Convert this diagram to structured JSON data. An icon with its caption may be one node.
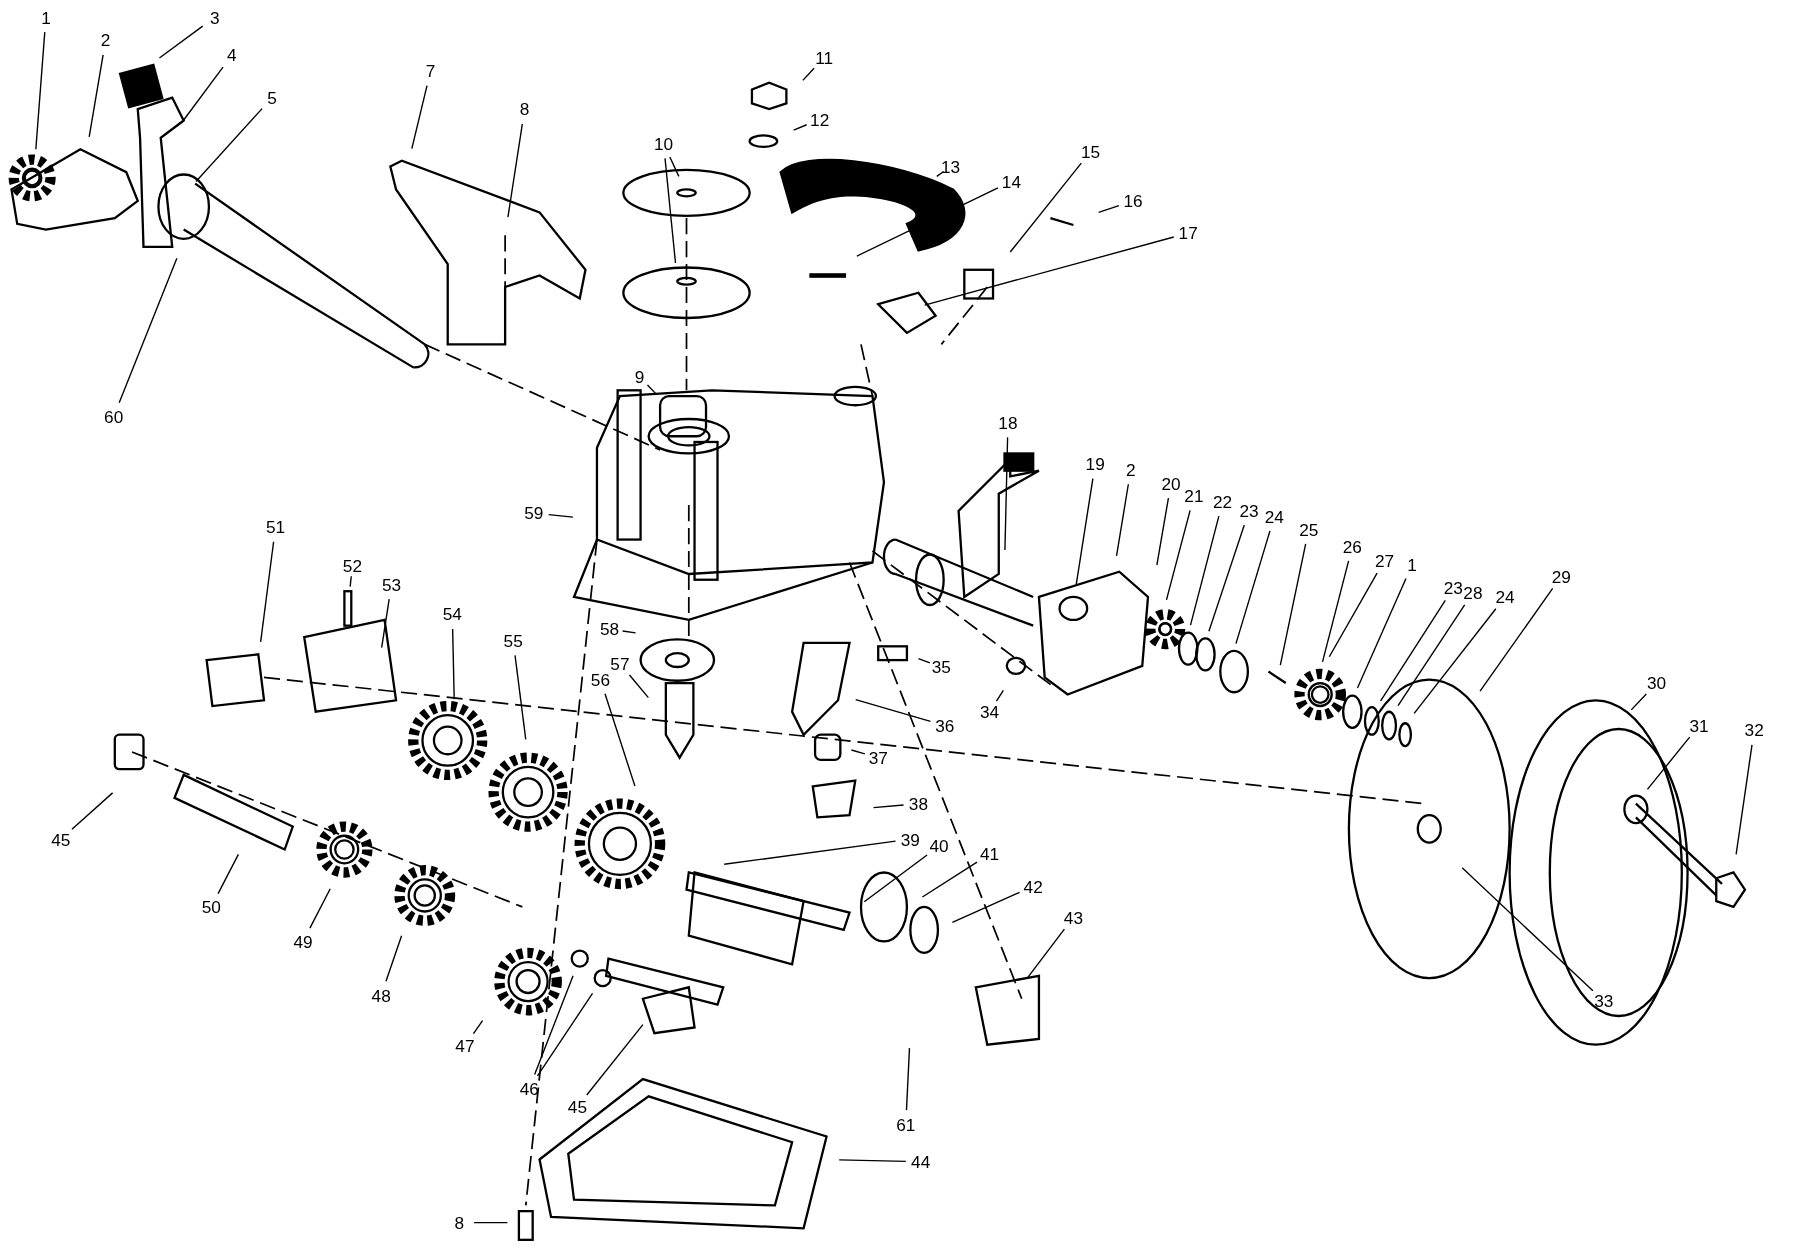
{
  "diagram": {
    "nodes": [
      {
        "text": [
          "1"
        ]
      },
      {
        "text": [
          "2"
        ]
      },
      {
        "text": [
          "3"
        ]
      },
      {
        "text": [
          "4"
        ]
      },
      {
        "text": [
          "5"
        ]
      },
      {
        "text": [
          "7"
        ]
      },
      {
        "text": [
          "8"
        ]
      },
      {
        "text": [
          "10"
        ]
      },
      {
        "text": [
          "11"
        ]
      },
      {
        "text": [
          "12"
        ]
      },
      {
        "text": [
          "13"
        ]
      },
      {
        "text": [
          "14"
        ]
      },
      {
        "text": [
          "15"
        ]
      },
      {
        "text": [
          "16"
        ]
      },
      {
        "text": [
          "17"
        ]
      },
      {
        "text": [
          "9"
        ]
      },
      {
        "text": [
          "60"
        ]
      },
      {
        "text": [
          "59"
        ]
      },
      {
        "text": [
          "18"
        ]
      },
      {
        "text": [
          "19"
        ]
      },
      {
        "text": [
          "2"
        ]
      },
      {
        "text": [
          "20"
        ]
      },
      {
        "text": [
          "21"
        ]
      },
      {
        "text": [
          "22"
        ]
      },
      {
        "text": [
          "23"
        ]
      },
      {
        "text": [
          "24"
        ]
      },
      {
        "text": [
          "25"
        ]
      },
      {
        "text": [
          "26"
        ]
      },
      {
        "text": [
          "27"
        ]
      },
      {
        "text": [
          "1"
        ]
      },
      {
        "text": [
          "23"
        ]
      },
      {
        "text": [
          "28"
        ]
      },
      {
        "text": [
          "24"
        ]
      },
      {
        "text": [
          "29"
        ]
      },
      {
        "text": [
          "30"
        ]
      },
      {
        "text": [
          "31"
        ]
      },
      {
        "text": [
          "32"
        ]
      },
      {
        "text": [
          "33"
        ]
      },
      {
        "text": [
          "51"
        ]
      },
      {
        "text": [
          "52"
        ]
      },
      {
        "text": [
          "53"
        ]
      },
      {
        "text": [
          "54"
        ]
      },
      {
        "text": [
          "55"
        ]
      },
      {
        "text": [
          "56"
        ]
      },
      {
        "text": [
          "58"
        ]
      },
      {
        "text": [
          "57"
        ]
      },
      {
        "text": [
          "35"
        ]
      },
      {
        "text": [
          "34"
        ]
      },
      {
        "text": [
          "36"
        ]
      },
      {
        "text": [
          "37"
        ]
      },
      {
        "text": [
          "38"
        ]
      },
      {
        "text": [
          "39"
        ]
      },
      {
        "text": [
          "40"
        ]
      },
      {
        "text": [
          "41"
        ]
      },
      {
        "text": [
          "42"
        ]
      },
      {
        "text": [
          "43"
        ]
      },
      {
        "text": [
          "45"
        ]
      },
      {
        "text": [
          "50"
        ]
      },
      {
        "text": [
          "49"
        ]
      },
      {
        "text": [
          "48"
        ]
      },
      {
        "text": [
          "47"
        ]
      },
      {
        "text": [
          "46"
        ]
      },
      {
        "text": [
          "45"
        ]
      },
      {
        "text": [
          "61"
        ]
      },
      {
        "text": [
          "44"
        ]
      },
      {
        "text": [
          "8"
        ]
      }
    ],
    "edges": [
      {
        "from": 0,
        "to": null,
        "arrow": "none"
      },
      {
        "from": 1,
        "to": null,
        "arrow": "none"
      },
      {
        "from": 2,
        "to": null,
        "arrow": "none"
      },
      {
        "from": 3,
        "to": null,
        "arrow": "none"
      },
      {
        "from": 4,
        "to": null,
        "arrow": "none"
      },
      {
        "from": 5,
        "to": null,
        "arrow": "none"
      },
      {
        "from": 6,
        "to": null,
        "arrow": "none"
      },
      {
        "from": 7,
        "to": null,
        "arrow": "none"
      },
      {
        "from": 7,
        "to": null,
        "arrow": "none"
      },
      {
        "from": 8,
        "to": null,
        "arrow": "none"
      },
      {
        "from": 9,
        "to": null,
        "arrow": "none"
      },
      {
        "from": 10,
        "to": null,
        "arrow": "none"
      },
      {
        "from": 11,
        "to": null,
        "arrow": "none"
      },
      {
        "from": 12,
        "to": null,
        "arrow": "none"
      },
      {
        "from": 13,
        "to": null,
        "arrow": "none"
      },
      {
        "from": 14,
        "to": null,
        "arrow": "none"
      },
      {
        "from": 15,
        "to": null,
        "arrow": "none"
      },
      {
        "from": 16,
        "to": null,
        "arrow": "none"
      },
      {
        "from": 17,
        "to": null,
        "arrow": "none"
      },
      {
        "from": 18,
        "to": null,
        "arrow": "none"
      },
      {
        "from": 19,
        "to": null,
        "arrow": "none"
      },
      {
        "from": 20,
        "to": null,
        "arrow": "none"
      },
      {
        "from": 21,
        "to": null,
        "arrow": "none"
      },
      {
        "from": 22,
        "to": null,
        "arrow": "none"
      },
      {
        "from": 23,
        "to": null,
        "arrow": "none"
      },
      {
        "from": 24,
        "to": null,
        "arrow": "none"
      },
      {
        "from": 25,
        "to": null,
        "arrow": "none"
      },
      {
        "from": 26,
        "to": null,
        "arrow": "none"
      },
      {
        "from": 27,
        "to": null,
        "arrow": "none"
      },
      {
        "from": 28,
        "to": null,
        "arrow": "none"
      },
      {
        "from": 29,
        "to": null,
        "arrow": "none"
      },
      {
        "from": 30,
        "to": null,
        "arrow": "none"
      },
      {
        "from": 31,
        "to": null,
        "arrow": "none"
      },
      {
        "from": 32,
        "to": null,
        "arrow": "none"
      },
      {
        "from": 33,
        "to": null,
        "arrow": "none"
      },
      {
        "from": 34,
        "to": null,
        "arrow": "none"
      },
      {
        "from": 35,
        "to": null,
        "arrow": "none"
      },
      {
        "from": 36,
        "to": null,
        "arrow": "none"
      },
      {
        "from": 37,
        "to": null,
        "arrow": "none"
      },
      {
        "from": 38,
        "to": null,
        "arrow": "none"
      },
      {
        "from": 39,
        "to": null,
        "arrow": "none"
      },
      {
        "from": 40,
        "to": null,
        "arrow": "none"
      },
      {
        "from": 41,
        "to": null,
        "arrow": "none"
      },
      {
        "from": 42,
        "to": null,
        "arrow": "none"
      },
      {
        "from": 43,
        "to": null,
        "arrow": "none"
      },
      {
        "from": 44,
        "to": null,
        "arrow": "none"
      },
      {
        "from": 45,
        "to": null,
        "arrow": "none"
      },
      {
        "from": 46,
        "to": null,
        "arrow": "none"
      },
      {
        "from": 47,
        "to": null,
        "arrow": "none"
      },
      {
        "from": 48,
        "to": null,
        "arrow": "none"
      },
      {
        "from": 49,
        "to": null,
        "arrow": "none"
      },
      {
        "from": 50,
        "to": null,
        "arrow": "none"
      },
      {
        "from": 51,
        "to": null,
        "arrow": "none"
      },
      {
        "from": 52,
        "to": null,
        "arrow": "none"
      },
      {
        "from": 53,
        "to": null,
        "arrow": "none"
      },
      {
        "from": 54,
        "to": null,
        "arrow": "none"
      },
      {
        "from": 55,
        "to": null,
        "arrow": "none"
      },
      {
        "from": 56,
        "to": null,
        "arrow": "none"
      },
      {
        "from": 57,
        "to": null,
        "arrow": "none"
      },
      {
        "from": 58,
        "to": null,
        "arrow": "none"
      },
      {
        "from": 59,
        "to": null,
        "arrow": "none"
      },
      {
        "from": 60,
        "to": null,
        "arrow": "none"
      },
      {
        "from": 61,
        "to": null,
        "arrow": "none"
      },
      {
        "from": 61,
        "to": null,
        "arrow": "none"
      },
      {
        "from": 62,
        "to": null,
        "arrow": "none"
      },
      {
        "from": 63,
        "to": null,
        "arrow": "none"
      },
      {
        "from": 64,
        "to": null,
        "arrow": "none"
      },
      {
        "from": 65,
        "to": null,
        "arrow": "none"
      }
    ]
  }
}
